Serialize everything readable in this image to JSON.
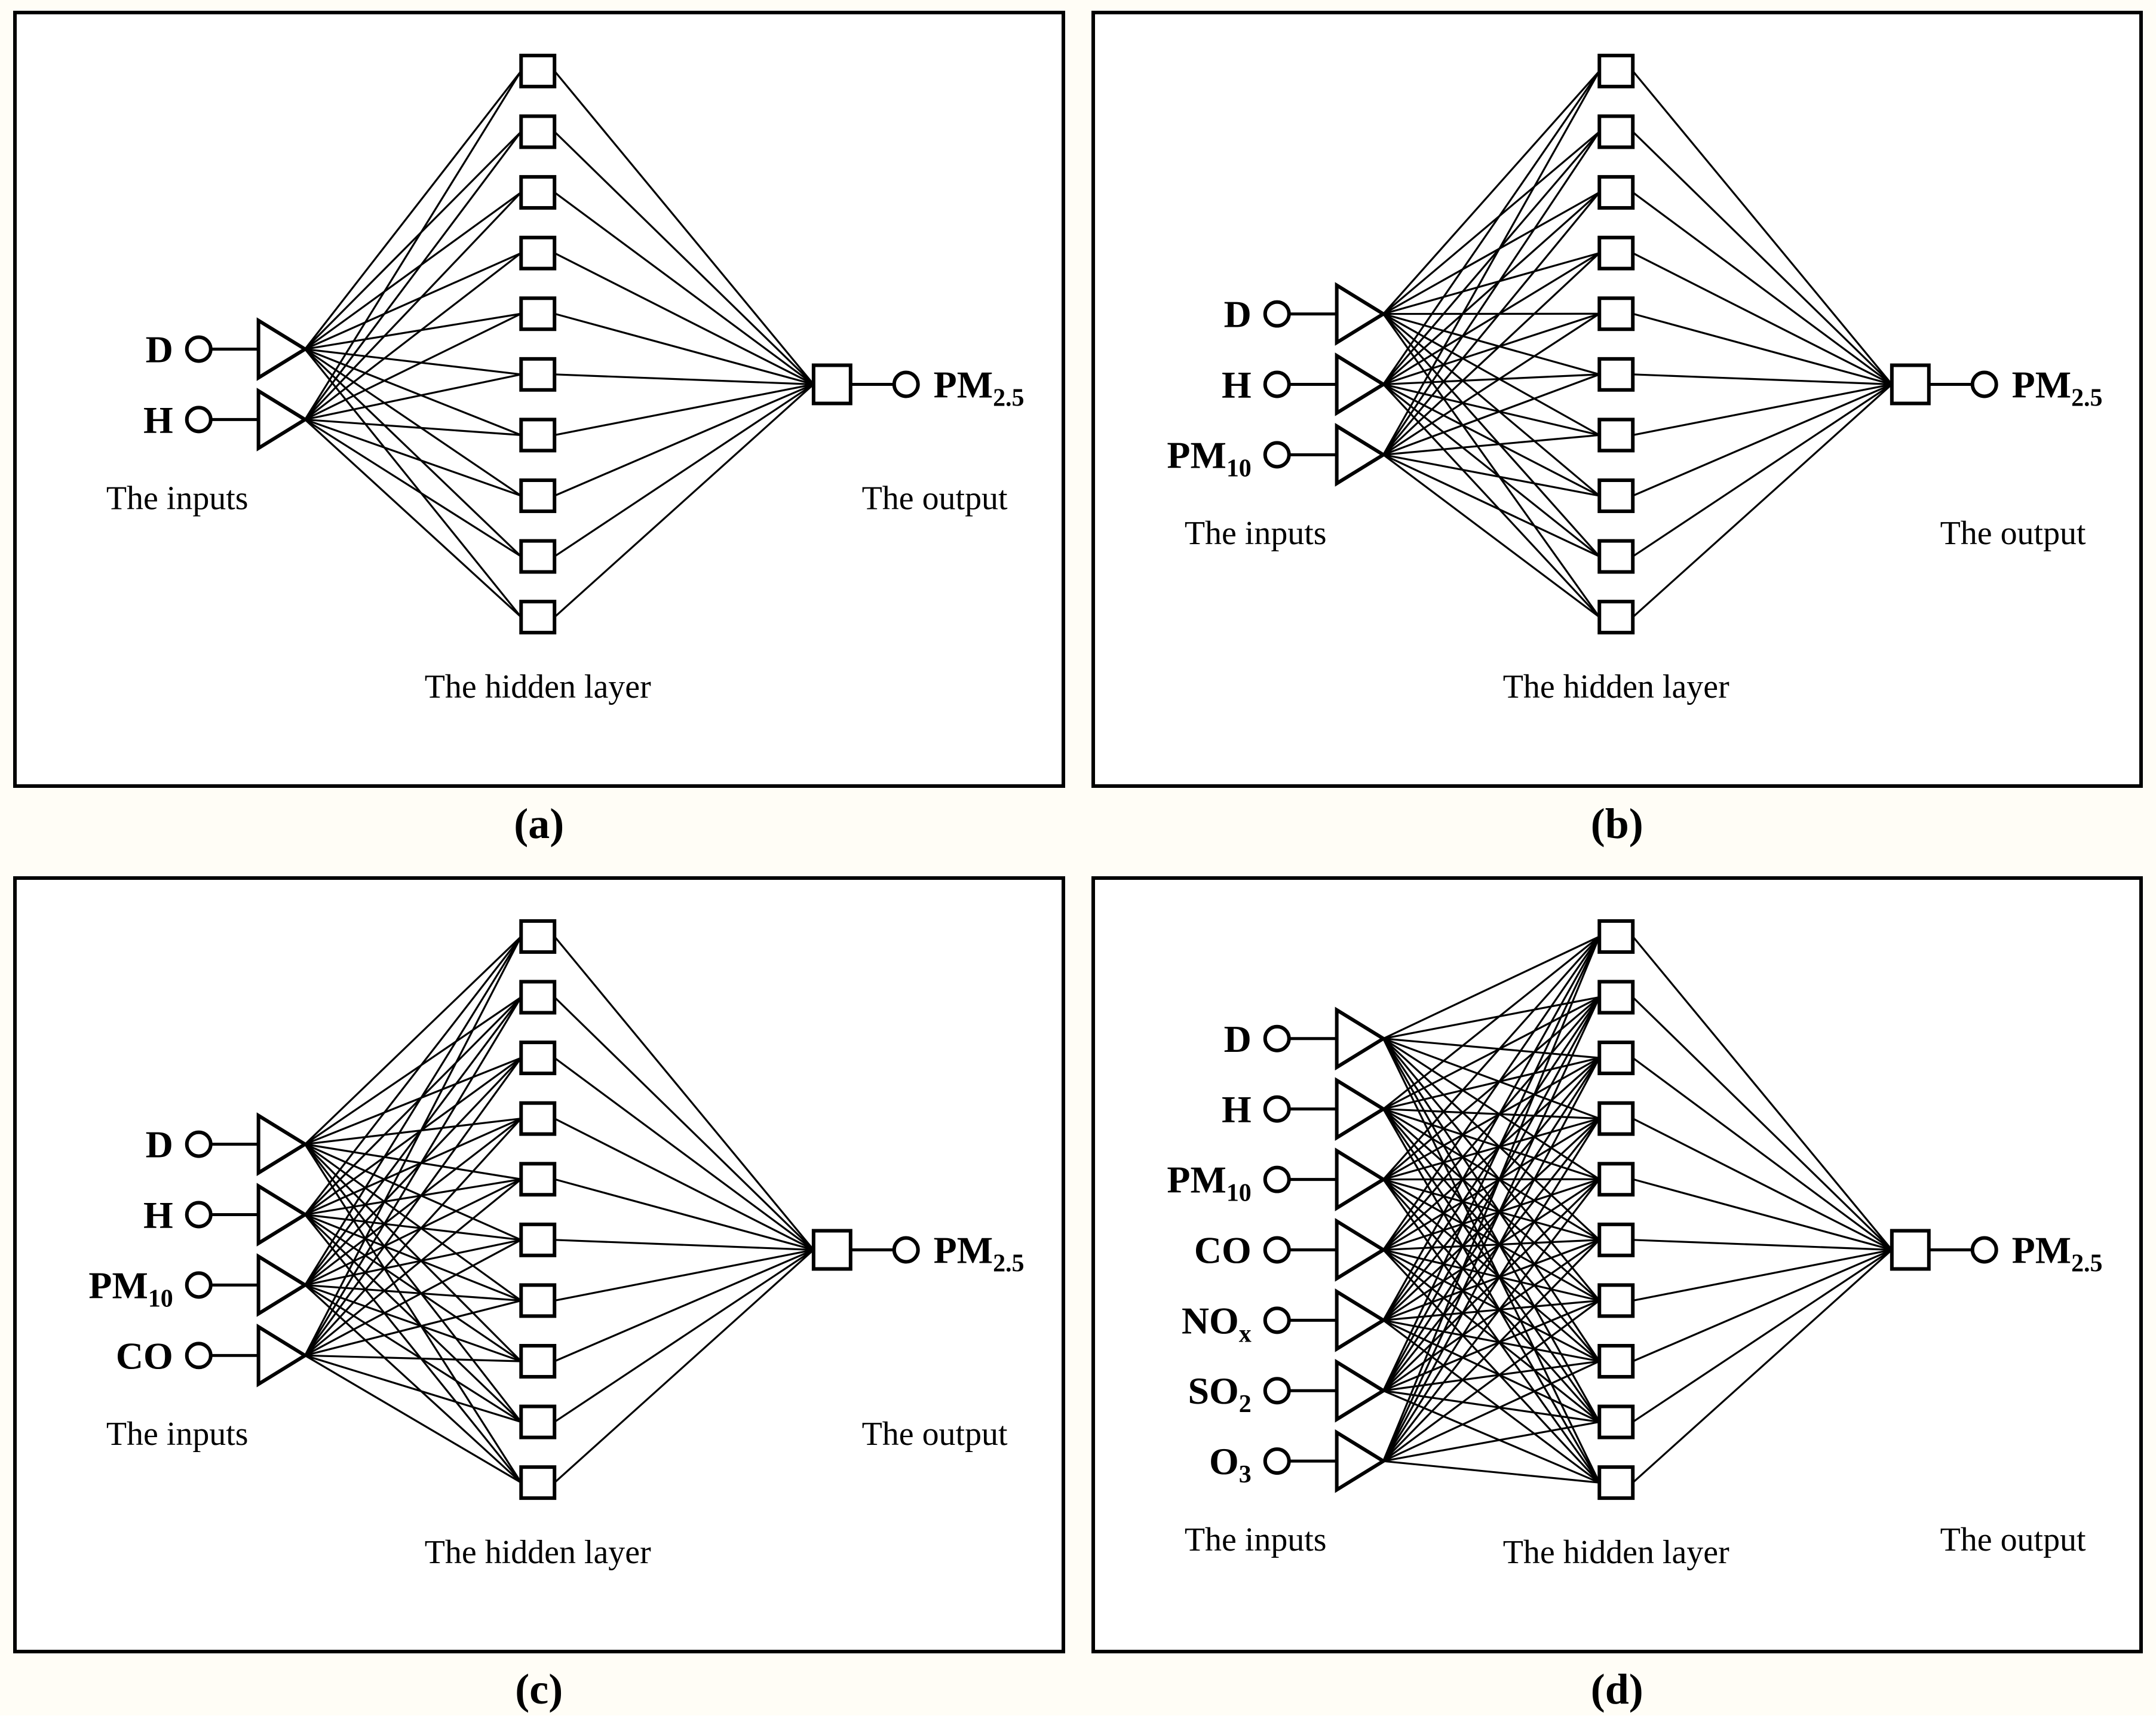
{
  "figure": {
    "type": "neural-network-architecture-diagram",
    "background_color": "#fffdf6",
    "panel_background": "#ffffff",
    "stroke_color": "#000000",
    "panel_count": 4
  },
  "common": {
    "inputs_label": "The inputs",
    "hidden_label": "The hidden layer",
    "output_label": "The output",
    "output_name": "PM",
    "output_sub": "2.5",
    "input_node_icon": "triangle-icon",
    "hidden_node_icon": "square-icon",
    "terminal_icon": "circle-icon"
  },
  "panels": [
    {
      "id": "a",
      "caption": "(a)",
      "inputs": [
        {
          "name": "D",
          "sub": ""
        },
        {
          "name": "H",
          "sub": ""
        }
      ],
      "hidden_count": 10,
      "output": {
        "name": "PM",
        "sub": "2.5"
      },
      "inputs_label": "The inputs",
      "hidden_label": "The hidden layer",
      "output_label": "The output"
    },
    {
      "id": "b",
      "caption": "(b)",
      "inputs": [
        {
          "name": "D",
          "sub": ""
        },
        {
          "name": "H",
          "sub": ""
        },
        {
          "name": "PM",
          "sub": "10"
        }
      ],
      "hidden_count": 10,
      "output": {
        "name": "PM",
        "sub": "2.5"
      },
      "inputs_label": "The inputs",
      "hidden_label": "The hidden layer",
      "output_label": "The output"
    },
    {
      "id": "c",
      "caption": "(c)",
      "inputs": [
        {
          "name": "D",
          "sub": ""
        },
        {
          "name": "H",
          "sub": ""
        },
        {
          "name": "PM",
          "sub": "10"
        },
        {
          "name": "CO",
          "sub": ""
        }
      ],
      "hidden_count": 10,
      "output": {
        "name": "PM",
        "sub": "2.5"
      },
      "inputs_label": "The inputs",
      "hidden_label": "The hidden layer",
      "output_label": "The output"
    },
    {
      "id": "d",
      "caption": "(d)",
      "inputs": [
        {
          "name": "D",
          "sub": ""
        },
        {
          "name": "H",
          "sub": ""
        },
        {
          "name": "PM",
          "sub": "10"
        },
        {
          "name": "CO",
          "sub": ""
        },
        {
          "name": "NO",
          "sub": "x"
        },
        {
          "name": "SO",
          "sub": "2"
        },
        {
          "name": "O",
          "sub": "3"
        }
      ],
      "hidden_count": 10,
      "output": {
        "name": "PM",
        "sub": "2.5"
      },
      "inputs_label": "The inputs",
      "hidden_label": "The hidden layer",
      "output_label": "The output"
    }
  ]
}
